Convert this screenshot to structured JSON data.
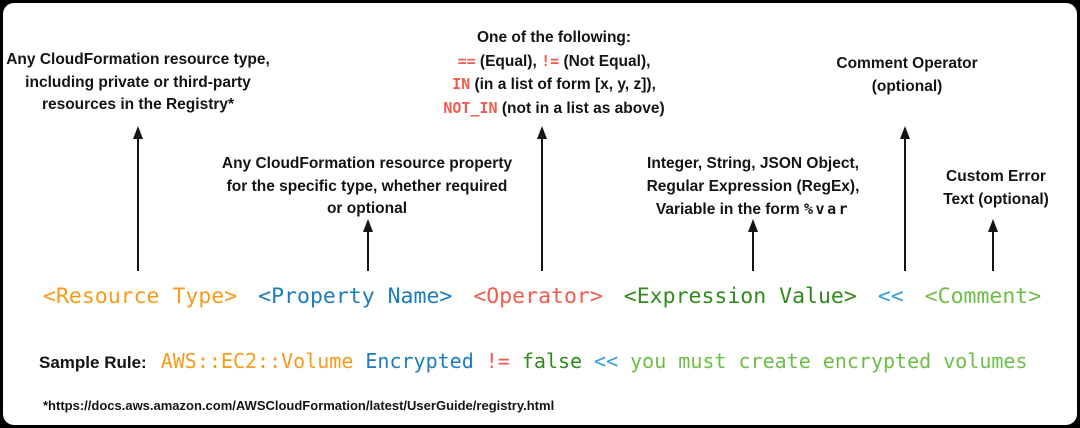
{
  "colors": {
    "orange": "#F89B1B",
    "blue": "#1C7CC0",
    "red": "#F25B4D",
    "dark_green": "#318A1C",
    "light_blue": "#2E9FD8",
    "light_green": "#6CBE45",
    "text": "#141414"
  },
  "annotations": {
    "resource_type": {
      "line1": "Any CloudFormation resource type,",
      "line2": "including private or third-party",
      "line3": "resources in the Registry*"
    },
    "property_name": {
      "line1": "Any CloudFormation resource property",
      "line2": "for the specific type, whether required",
      "line3": "or optional"
    },
    "operator": {
      "title": "One of the following:",
      "token_color": "red",
      "eq": "==",
      "eq_desc": " (Equal), ",
      "neq": "!=",
      "neq_desc": " (Not Equal),",
      "in": "IN",
      "in_desc": " (in a list of form [x, y, z]),",
      "not_in": "NOT_IN",
      "not_in_desc": " (not in a list as above)"
    },
    "expression_value": {
      "line1": "Integer, String, JSON Object,",
      "line2": "Regular Expression (RegEx),",
      "line3_text": "Variable in the form ",
      "line3_var": "%var"
    },
    "comment_operator": {
      "line1": "Comment Operator",
      "line2": "(optional)"
    },
    "custom_error": {
      "line1": "Custom Error",
      "line2": "Text (optional)"
    }
  },
  "syntax": {
    "tokens": [
      {
        "text": "<Resource Type>",
        "color": "orange"
      },
      {
        "text": "<Property Name>",
        "color": "blue"
      },
      {
        "text": "<Operator>",
        "color": "red"
      },
      {
        "text": "<Expression Value>",
        "color": "dark_green"
      },
      {
        "text": "<<",
        "color": "light_blue"
      },
      {
        "text": "<Comment>",
        "color": "light_green"
      }
    ]
  },
  "sample": {
    "label": "Sample Rule:",
    "tokens": [
      {
        "text": "AWS::EC2::Volume",
        "color": "orange"
      },
      {
        "text": "Encrypted",
        "color": "blue"
      },
      {
        "text": "!=",
        "color": "red"
      },
      {
        "text": "false",
        "color": "dark_green"
      },
      {
        "text": "<<",
        "color": "light_blue"
      },
      {
        "text": "you must create encrypted volumes",
        "color": "light_green"
      }
    ]
  },
  "footnote": "*https://docs.aws.amazon.com/AWSCloudFormation/latest/UserGuide/registry.html"
}
